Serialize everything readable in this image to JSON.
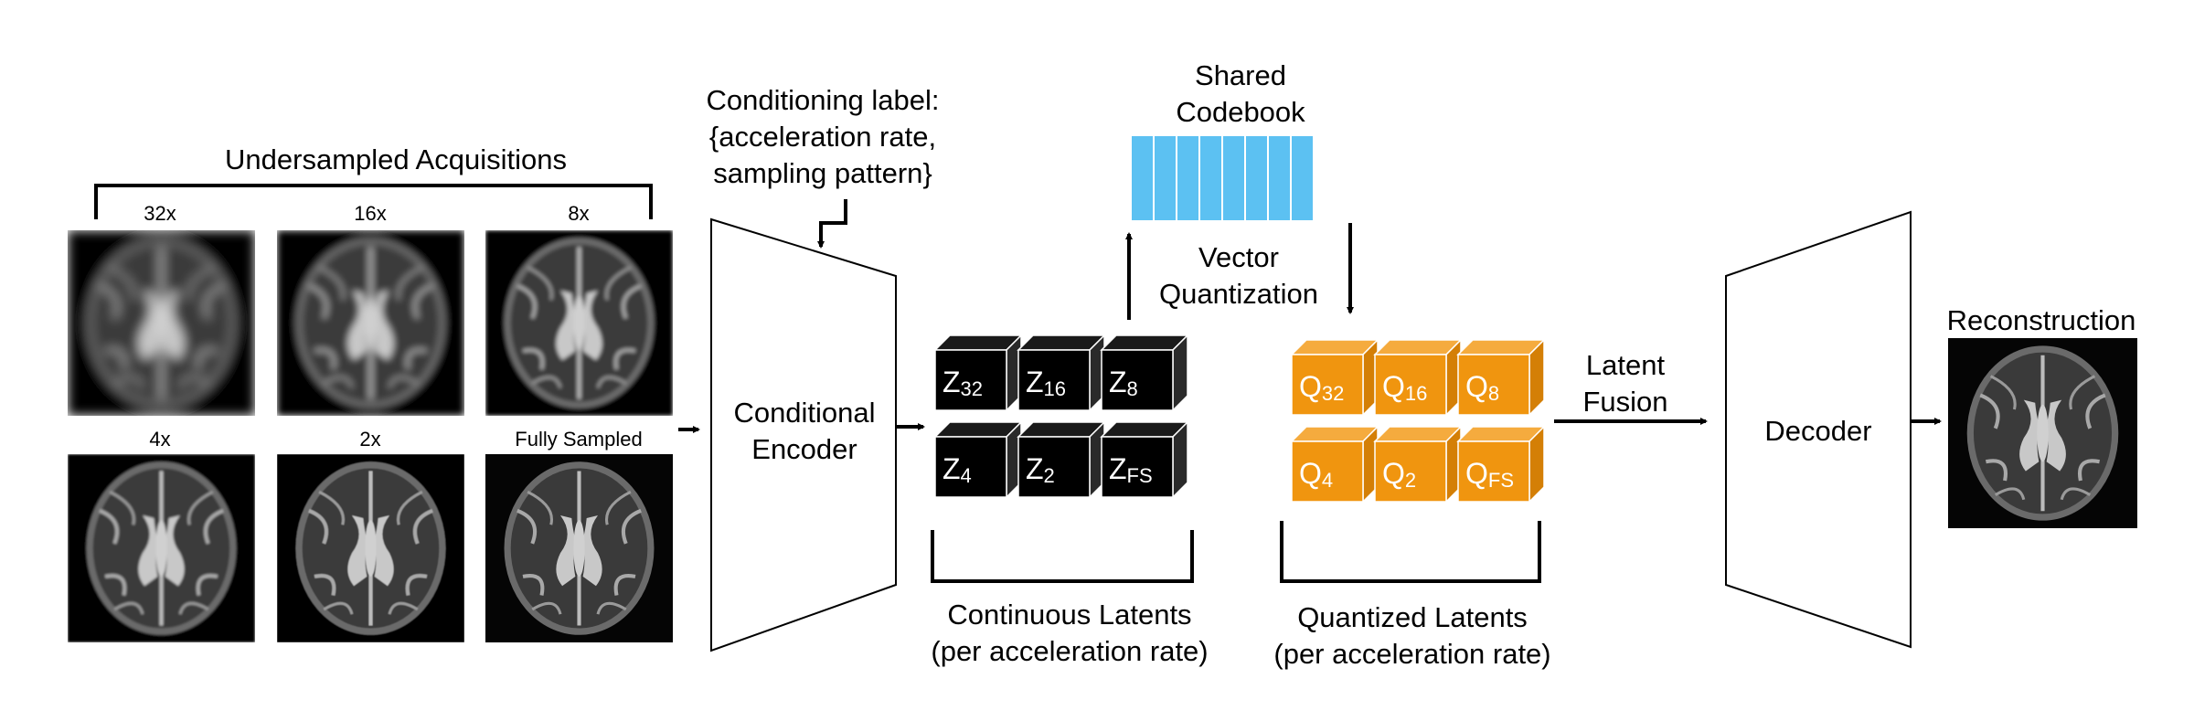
{
  "input": {
    "title": "Undersampled Acquisitions",
    "thumbnails": [
      {
        "label": "32x",
        "blur": 6.0
      },
      {
        "label": "16x",
        "blur": 4.0
      },
      {
        "label": "8x",
        "blur": 2.2
      },
      {
        "label": "4x",
        "blur": 1.2
      },
      {
        "label": "2x",
        "blur": 0.6
      },
      {
        "label": "Fully Sampled",
        "blur": 0
      }
    ]
  },
  "conditioning": {
    "lines": [
      "Conditioning label:",
      "{acceleration rate,",
      "sampling pattern}"
    ]
  },
  "encoder": {
    "lines": [
      "Conditional",
      "Encoder"
    ]
  },
  "continuous": {
    "cubes": [
      {
        "sym": "Z",
        "sub": "32"
      },
      {
        "sym": "Z",
        "sub": "16"
      },
      {
        "sym": "Z",
        "sub": "8"
      },
      {
        "sym": "Z",
        "sub": "4"
      },
      {
        "sym": "Z",
        "sub": "2"
      },
      {
        "sym": "Z",
        "sub": "FS"
      }
    ],
    "caption": [
      "Continuous Latents",
      "(per acceleration rate)"
    ]
  },
  "codebook": {
    "title": [
      "Shared",
      "Codebook"
    ],
    "cells": 8
  },
  "vq": {
    "lines": [
      "Vector",
      "Quantization"
    ]
  },
  "quantized": {
    "cubes": [
      {
        "sym": "Q",
        "sub": "32"
      },
      {
        "sym": "Q",
        "sub": "16"
      },
      {
        "sym": "Q",
        "sub": "8"
      },
      {
        "sym": "Q",
        "sub": "4"
      },
      {
        "sym": "Q",
        "sub": "2"
      },
      {
        "sym": "Q",
        "sub": "FS"
      }
    ],
    "caption": [
      "Quantized Latents",
      "(per acceleration rate)"
    ]
  },
  "fusion": {
    "lines": [
      "Latent",
      "Fusion"
    ]
  },
  "decoder": {
    "label": "Decoder"
  },
  "output": {
    "title": "Reconstruction"
  },
  "colors": {
    "continuous_front": "#000000",
    "continuous_top": "#1a1a1a",
    "continuous_side": "#2a2a2a",
    "continuous_text": "#ffffff",
    "quantized_front": "#f0950f",
    "quantized_top": "#f5ab3e",
    "quantized_side": "#d47f06",
    "quantized_text": "#ffffff",
    "codebook": "#5cc1f2"
  }
}
